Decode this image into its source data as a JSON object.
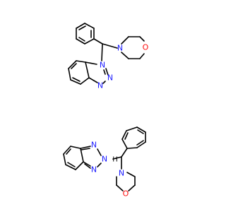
{
  "colors": {
    "background": "#ffffff",
    "bond": "#000000",
    "nitrogen": "#1a1aff",
    "oxygen": "#ff0d0d"
  },
  "molecules": [
    {
      "name": "1-[morpholino(phenyl)methyl]-1H-benzotriazole",
      "atom_labels": {
        "n_morpholine": "N",
        "o_morpholine": "O",
        "n1": "N",
        "n2": "N",
        "n3": "N"
      }
    },
    {
      "name": "2-[morpholino(phenyl)methyl]-2H-benzotriazole",
      "atom_labels": {
        "n1": "N",
        "n2": "N",
        "n3": "N",
        "h_n2": "H",
        "n_morpholine": "N",
        "o_morpholine": "O"
      }
    }
  ]
}
